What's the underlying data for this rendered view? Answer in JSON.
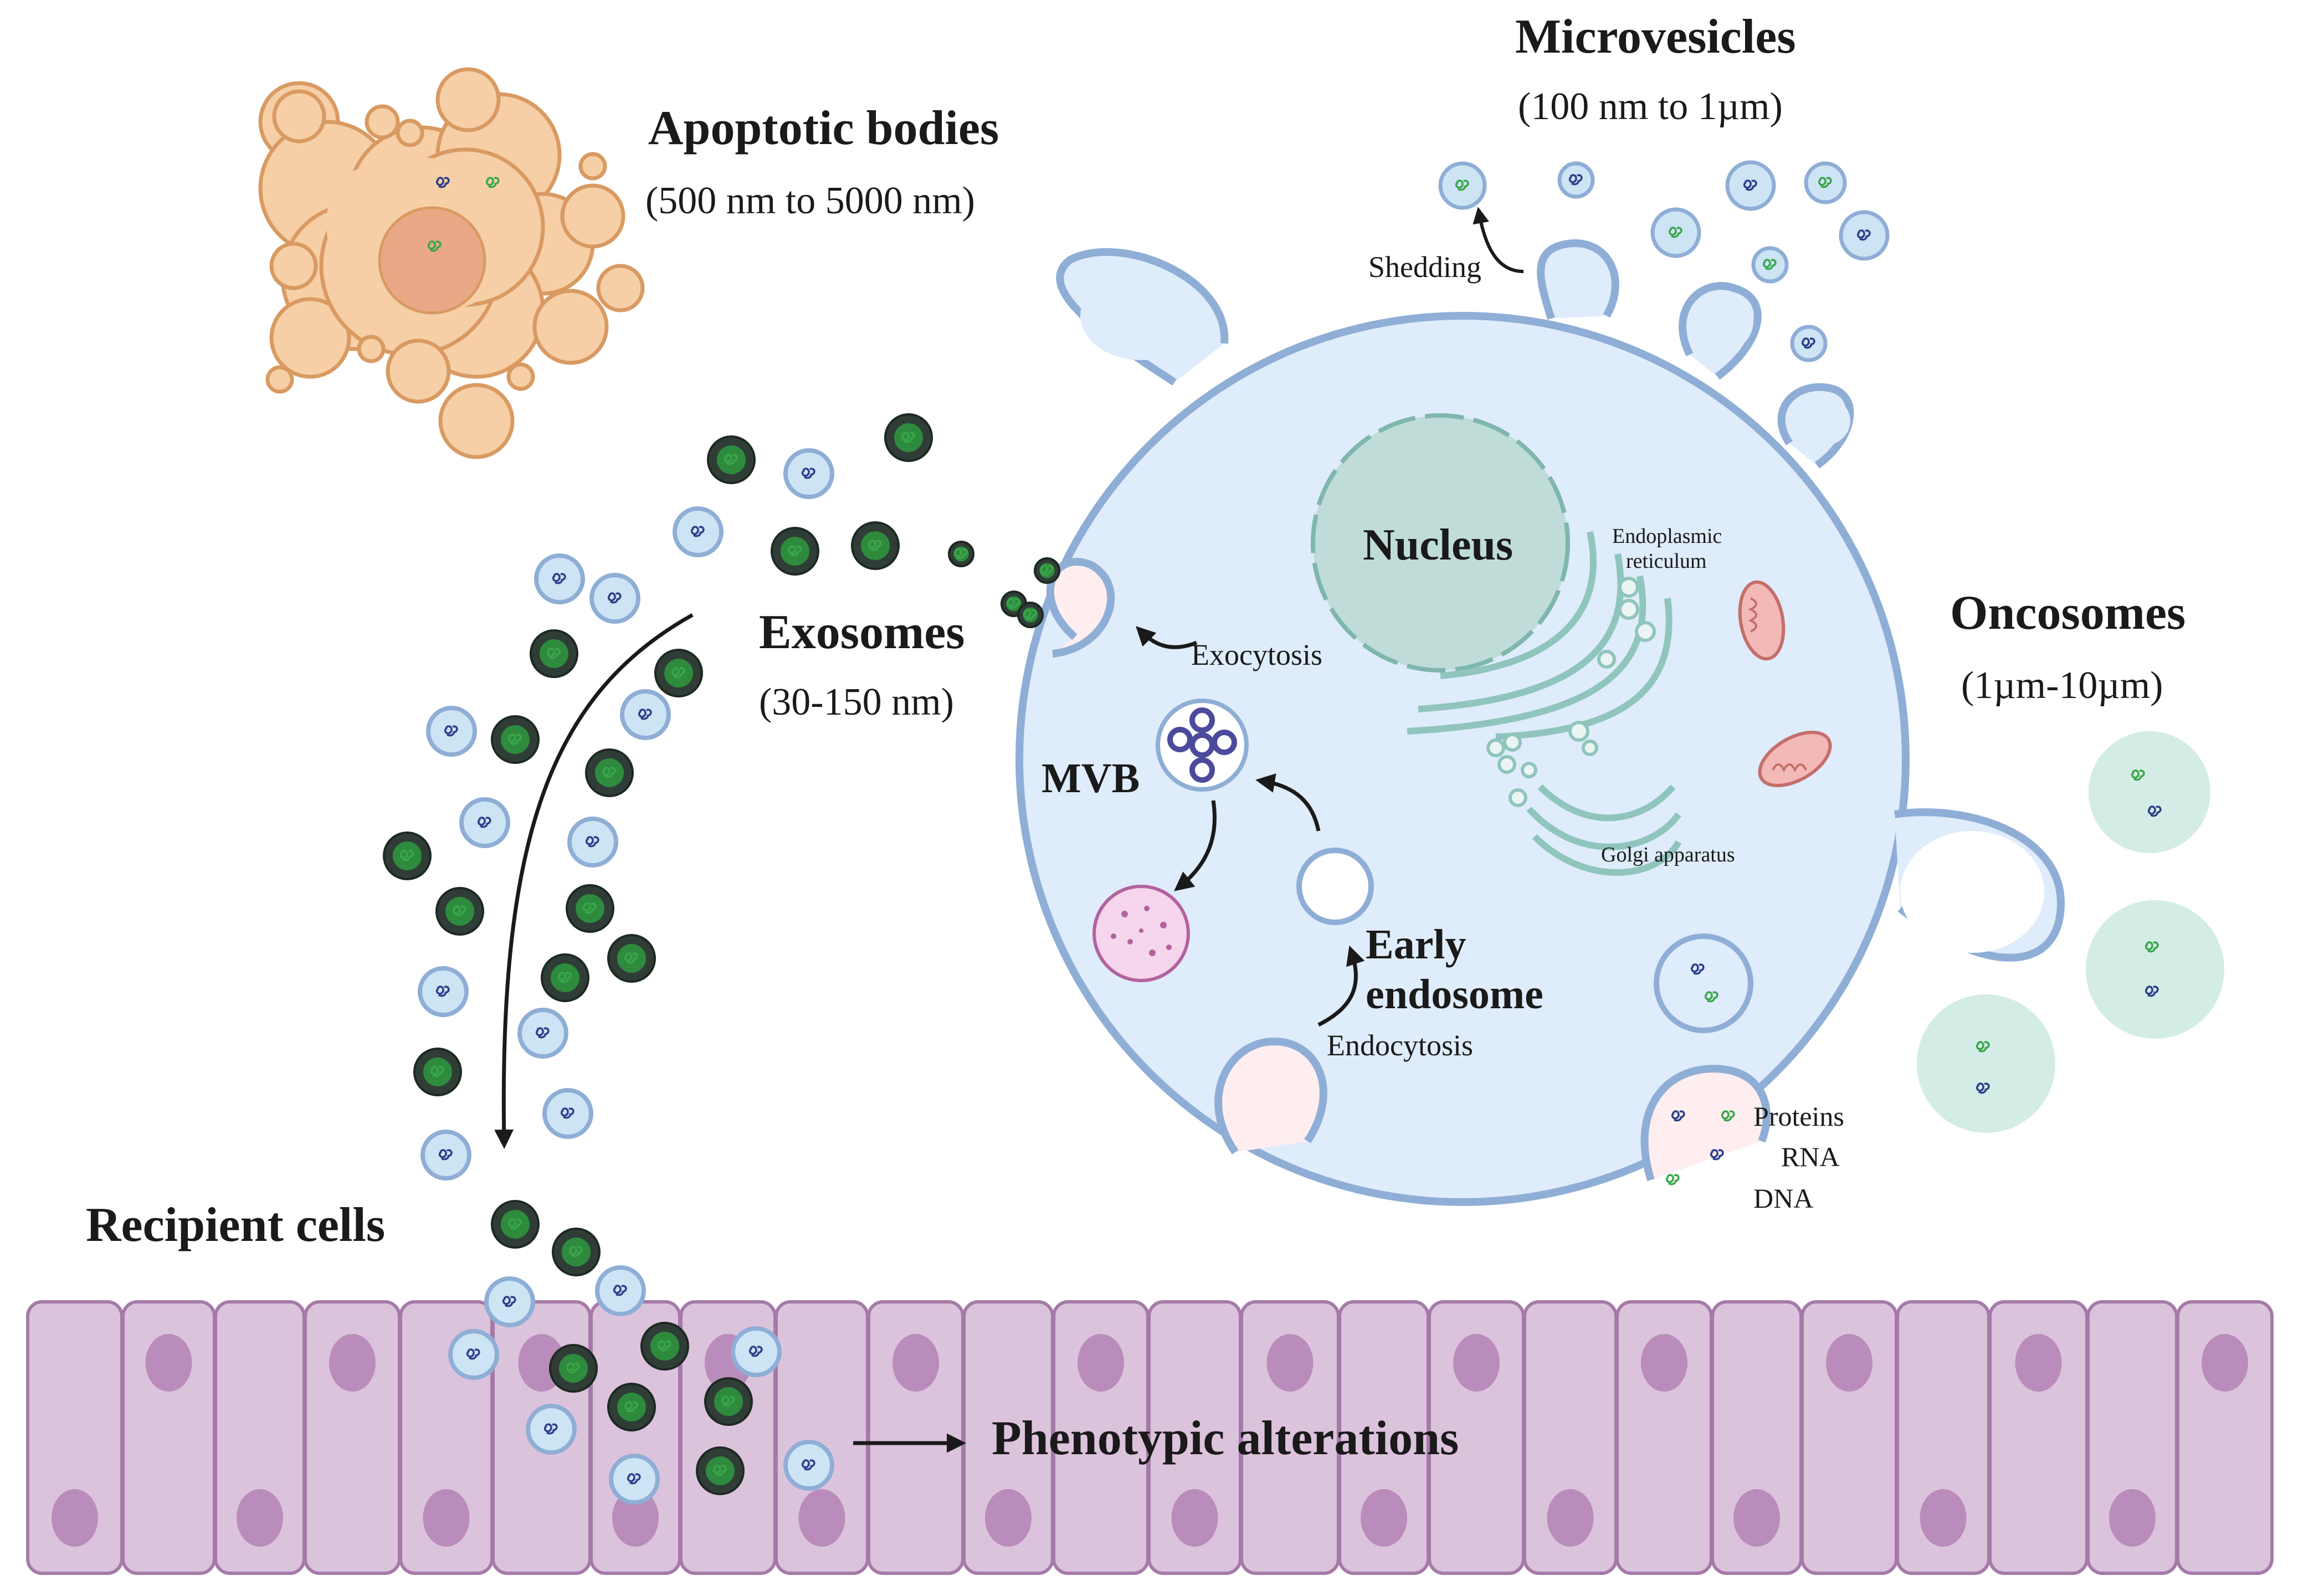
{
  "labels": {
    "apoptotic_title": "Apoptotic bodies",
    "apoptotic_size": "(500 nm to 5000 nm)",
    "microvesicles_title": "Microvesicles",
    "microvesicles_size": "(100 nm to 1µm)",
    "exosomes_title": "Exosomes",
    "exosomes_size": "(30-150 nm)",
    "oncosomes_title": "Oncosomes",
    "oncosomes_size": "(1µm-10µm)",
    "shedding": "Shedding",
    "nucleus": "Nucleus",
    "er_line1": "Endoplasmic",
    "er_line2": "reticulum",
    "exocytosis": "Exocytosis",
    "mvb": "MVB",
    "golgi": "Golgi apparatus",
    "early_endosome_line1": "Early",
    "early_endosome_line2": "endosome",
    "endocytosis": "Endocytosis",
    "recipient_cells": "Recipient cells",
    "phenotypic": "Phenotypic alterations"
  },
  "legend": {
    "proteins": "Proteins",
    "rna": "RNA",
    "dna": "DNA"
  },
  "colors": {
    "cell_fill": "#dfecfb",
    "cell_stroke": "#8faed6",
    "apoptotic_fill": "#f6cfa6",
    "apoptotic_stroke": "#d99a62",
    "nucleus_fill": "#c0dcd8",
    "nucleus_stroke": "#7fb6ad",
    "oncosome_fill": "#d4ece6",
    "recipient_fill": "#dcc3dc",
    "recipient_stroke": "#a57aa8",
    "recipient_nucleus": "#b98cbb",
    "exosome_dark": "#2f3d36",
    "exosome_light": "#cde4f5",
    "protein_green": "#3aa64a",
    "rna_blue": "#2b3f8a"
  }
}
